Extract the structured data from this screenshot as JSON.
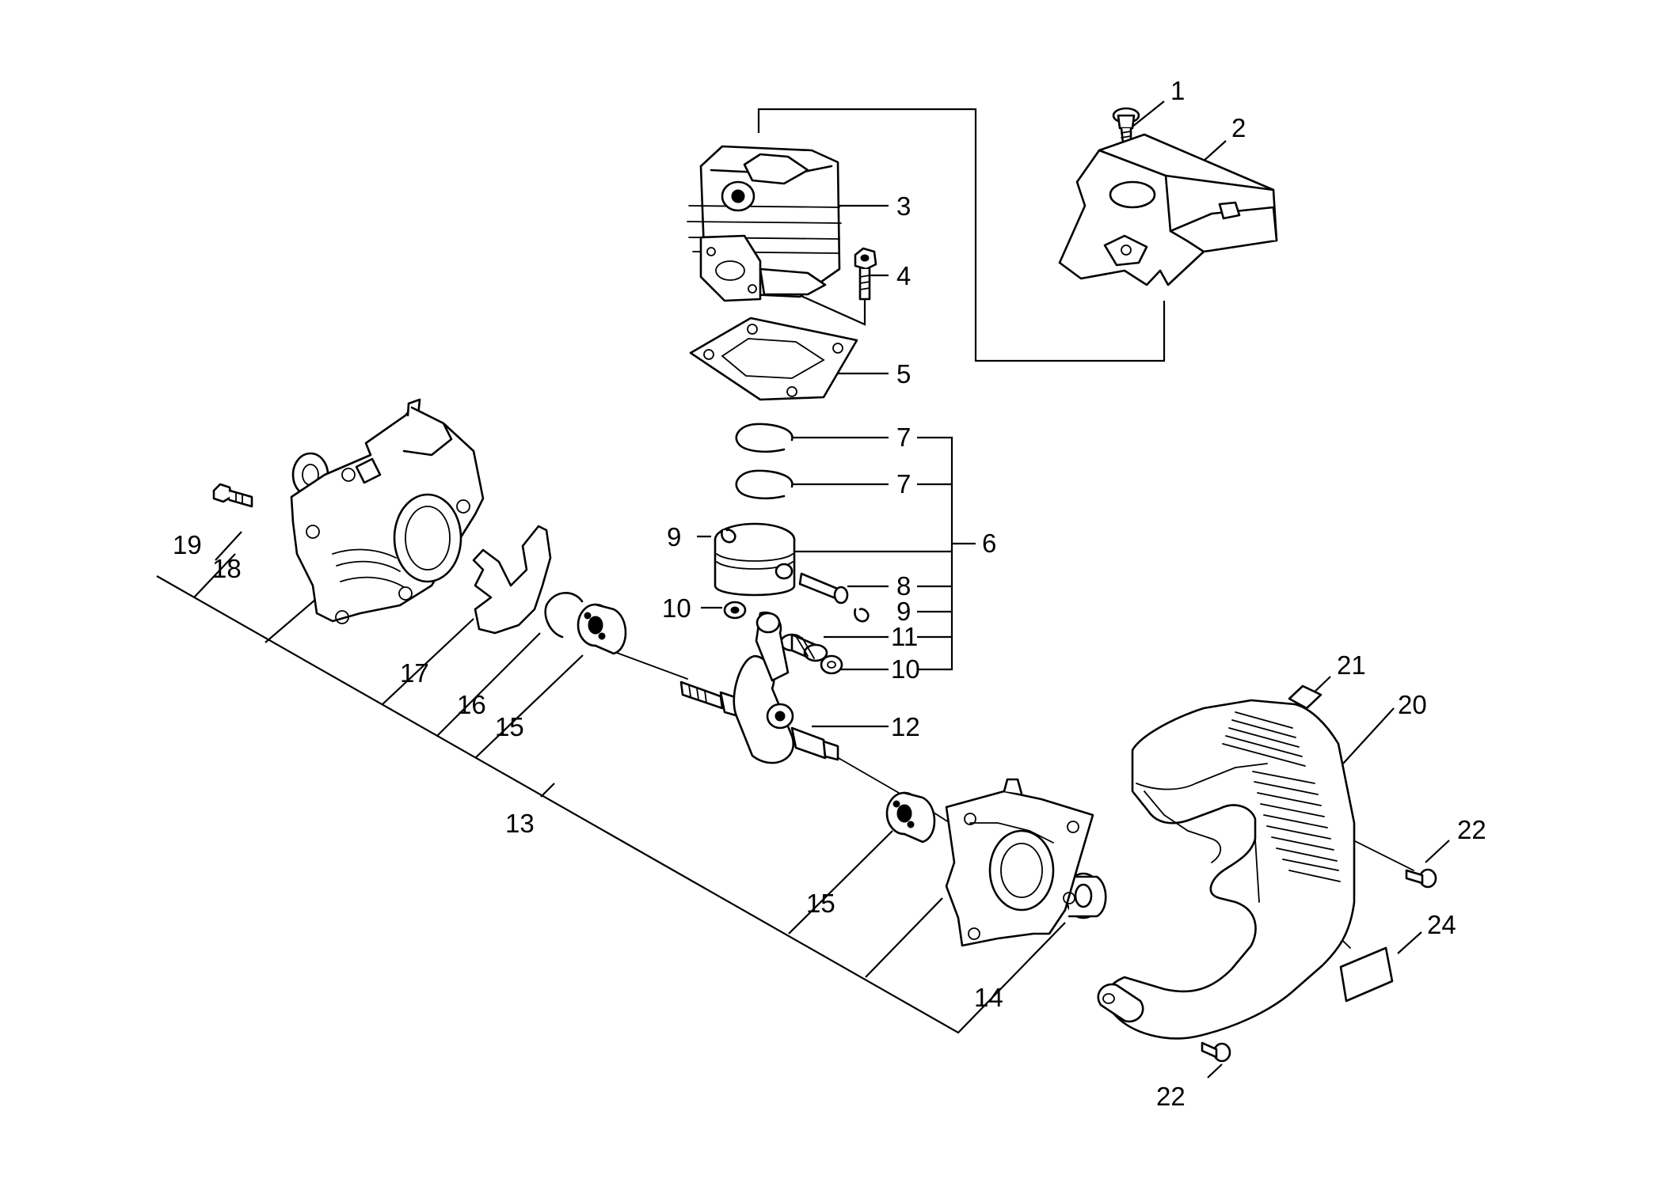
{
  "callouts": [
    {
      "id": "c1",
      "text": "1"
    },
    {
      "id": "c2",
      "text": "2"
    },
    {
      "id": "c3",
      "text": "3"
    },
    {
      "id": "c4",
      "text": "4"
    },
    {
      "id": "c5",
      "text": "5"
    },
    {
      "id": "c6",
      "text": "6"
    },
    {
      "id": "c7a",
      "text": "7"
    },
    {
      "id": "c7b",
      "text": "7"
    },
    {
      "id": "c8",
      "text": "8"
    },
    {
      "id": "c9a",
      "text": "9"
    },
    {
      "id": "c9b",
      "text": "9"
    },
    {
      "id": "c10a",
      "text": "10"
    },
    {
      "id": "c10b",
      "text": "10"
    },
    {
      "id": "c11",
      "text": "11"
    },
    {
      "id": "c12",
      "text": "12"
    },
    {
      "id": "c13",
      "text": "13"
    },
    {
      "id": "c14",
      "text": "14"
    },
    {
      "id": "c15a",
      "text": "15"
    },
    {
      "id": "c15b",
      "text": "15"
    },
    {
      "id": "c16",
      "text": "16"
    },
    {
      "id": "c17",
      "text": "17"
    },
    {
      "id": "c18",
      "text": "18"
    },
    {
      "id": "c19",
      "text": "19"
    },
    {
      "id": "c20",
      "text": "20"
    },
    {
      "id": "c21",
      "text": "21"
    },
    {
      "id": "c22a",
      "text": "22"
    },
    {
      "id": "c22b",
      "text": "22"
    },
    {
      "id": "c24",
      "text": "24"
    }
  ]
}
